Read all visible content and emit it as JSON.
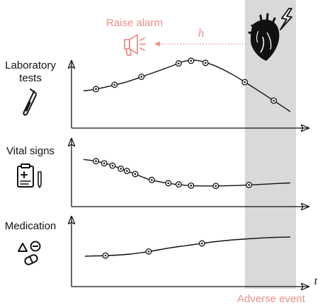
{
  "colors": {
    "accent": "#ec8f8a",
    "shade": "#d9d9d9",
    "ink": "#111111"
  },
  "alarm": {
    "label": "Raise alarm",
    "horizon_symbol": "h",
    "icon": "megaphone-icon"
  },
  "event_icon": "heart-lightning-icon",
  "adverse_label": "Adverse event",
  "time_label": "t",
  "panels": [
    {
      "key": "lab",
      "label_lines": [
        "Laboratory",
        "tests"
      ],
      "icon": "test-tube-icon",
      "curve": [
        [
          0,
          0.46
        ],
        [
          0.06,
          0.49
        ],
        [
          0.2,
          0.6
        ],
        [
          0.33,
          0.75
        ],
        [
          0.42,
          0.86
        ],
        [
          0.49,
          0.95
        ],
        [
          0.55,
          0.96
        ],
        [
          0.63,
          0.88
        ],
        [
          0.72,
          0.73
        ],
        [
          0.82,
          0.52
        ],
        [
          0.92,
          0.3
        ],
        [
          1.0,
          0.12
        ]
      ],
      "markers": [
        0.06,
        0.15,
        0.28,
        0.46,
        0.52,
        0.59,
        0.78,
        0.92
      ]
    },
    {
      "key": "vital",
      "label_lines": [
        "Vital signs"
      ],
      "icon": "clipboard-icon",
      "curve": [
        [
          0,
          0.93
        ],
        [
          0.06,
          0.88
        ],
        [
          0.13,
          0.77
        ],
        [
          0.22,
          0.57
        ],
        [
          0.32,
          0.34
        ],
        [
          0.42,
          0.22
        ],
        [
          0.52,
          0.16
        ],
        [
          0.62,
          0.15
        ],
        [
          0.72,
          0.16
        ],
        [
          0.8,
          0.18
        ],
        [
          0.9,
          0.21
        ],
        [
          1.0,
          0.24
        ]
      ],
      "markers": [
        0.06,
        0.1,
        0.14,
        0.18,
        0.21,
        0.25,
        0.33,
        0.41,
        0.46,
        0.52,
        0.64,
        0.8
      ]
    },
    {
      "key": "medication",
      "label_lines": [
        "Medication"
      ],
      "icon": "pills-icon",
      "curve": [
        [
          0,
          0.4
        ],
        [
          0.12,
          0.42
        ],
        [
          0.22,
          0.46
        ],
        [
          0.32,
          0.54
        ],
        [
          0.42,
          0.64
        ],
        [
          0.52,
          0.72
        ],
        [
          0.62,
          0.8
        ],
        [
          0.72,
          0.86
        ],
        [
          0.82,
          0.9
        ],
        [
          0.92,
          0.93
        ],
        [
          1.0,
          0.94
        ]
      ],
      "markers": [
        0.1,
        0.31,
        0.57
      ]
    }
  ]
}
